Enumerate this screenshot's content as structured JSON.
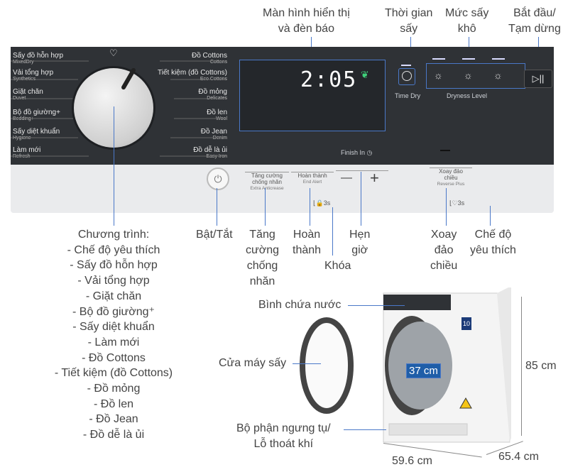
{
  "top_callouts": {
    "display": [
      "Màn hình hiển thị",
      "và đèn báo"
    ],
    "dry_time": [
      "Thời gian",
      "sấy"
    ],
    "dryness": [
      "Mức sấy",
      "khô"
    ],
    "start": [
      "Bắt đầu/",
      "Tạm dừng"
    ]
  },
  "panel": {
    "left_programs": [
      {
        "label": "Sấy đồ hỗn hợp",
        "sub": "MixedDry"
      },
      {
        "label": "Vải tổng hợp",
        "sub": "Synthetics"
      },
      {
        "label": "Giặt chăn",
        "sub": "Duvet"
      },
      {
        "label": "Bộ đồ giường+",
        "sub": "Bedding+"
      },
      {
        "label": "Sấy diệt khuẩn",
        "sub": "Hygiene"
      },
      {
        "label": "Làm mới",
        "sub": "Refresh"
      }
    ],
    "right_programs": [
      {
        "label": "Đồ Cottons",
        "sub": "Cottons"
      },
      {
        "label": "Tiết kiệm (đồ Cottons)",
        "sub": "Eco Cottons"
      },
      {
        "label": "Đồ mỏng",
        "sub": "Delicates"
      },
      {
        "label": "Đồ len",
        "sub": "Wool"
      },
      {
        "label": "Đồ Jean",
        "sub": "Denim"
      },
      {
        "label": "Đồ dễ là ủi",
        "sub": "Easy Iron"
      }
    ],
    "display_time": "2:05",
    "time_dry_label": "Time Dry",
    "dryness_label": "Dryness Level",
    "finish_in_label": "Finish In"
  },
  "lower_panel": {
    "anticrease": [
      "Tăng cường",
      "chống nhăn"
    ],
    "anticrease_sub": "Extra Anticrease",
    "end_alert": "Hoàn thành",
    "end_alert_sub": "End Alert",
    "lock_time": "3s",
    "minus": "—",
    "plus": "+",
    "reverse": [
      "Xoay đảo",
      "chiều"
    ],
    "reverse_sub": "Reverse Plus",
    "fav_time": "3s"
  },
  "bottom_callouts": {
    "program_title": "Chương trình:",
    "program_items": [
      "- Chế độ yêu thích",
      "- Sấy đồ hỗn hợp",
      "- Vải tổng hợp",
      "- Giặt chăn",
      "- Bộ đồ giường⁺",
      "- Sấy diệt khuẩn",
      "- Làm mới",
      "- Đồ Cottons",
      "- Tiết kiệm (đồ Cottons)",
      "- Đồ mỏng",
      "- Đồ len",
      "- Đồ Jean",
      "- Đồ dễ là ủi"
    ],
    "power": "Bật/Tắt",
    "anticrease": [
      "Tăng",
      "cường",
      "chống",
      "nhăn"
    ],
    "finish": [
      "Hoàn",
      "thành"
    ],
    "lock": "Khóa",
    "timer": [
      "Hẹn",
      "giờ"
    ],
    "reverse": [
      "Xoay",
      "đảo",
      "chiều"
    ],
    "favorite": [
      "Chế độ",
      "yêu thích"
    ]
  },
  "machine": {
    "water_tank": "Bình chứa nước",
    "door": "Cửa máy sấy",
    "condenser": [
      "Bộ phận ngưng tụ/",
      "Lỗ thoát khí"
    ],
    "drum_depth": "37 cm",
    "height": "85 cm",
    "width": "59.6 cm",
    "depth": "65.4 cm",
    "energy_badge": "10"
  },
  "colors": {
    "accent": "#4a78c8",
    "panel": "#2f3236",
    "leaf": "#3fd07a"
  }
}
